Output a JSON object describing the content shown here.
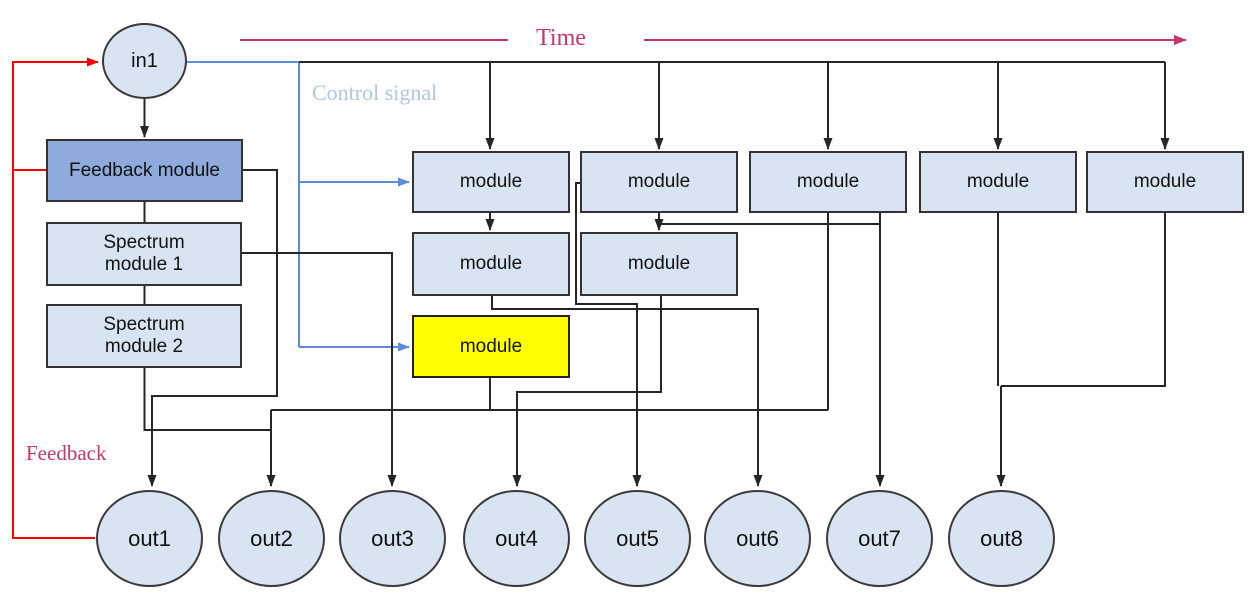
{
  "annotations": {
    "time": "Time",
    "control_signal": "Control signal",
    "feedback": "Feedback"
  },
  "nodes": {
    "input": {
      "label": "in1"
    },
    "feedback_module": {
      "label": "Feedback module"
    },
    "spectrum_module_1": {
      "label": "Spectrum module 1"
    },
    "spectrum_module_2": {
      "label": "Spectrum module 2"
    },
    "time_modules_row1": [
      {
        "label": "module"
      },
      {
        "label": "module"
      },
      {
        "label": "module"
      },
      {
        "label": "module"
      },
      {
        "label": "module"
      }
    ],
    "time_modules_row2": [
      {
        "label": "module"
      },
      {
        "label": "module"
      }
    ],
    "yellow_module": {
      "label": "module"
    },
    "outputs": [
      {
        "label": "out1"
      },
      {
        "label": "out2"
      },
      {
        "label": "out3"
      },
      {
        "label": "out4"
      },
      {
        "label": "out5"
      },
      {
        "label": "out6"
      },
      {
        "label": "out7"
      },
      {
        "label": "out8"
      }
    ]
  },
  "colors": {
    "wire": "#262626",
    "feedback_wire": "#ff0000",
    "control_wire": "#5b8bd9",
    "accent": "#c5366b",
    "control_label": "#aec6ea",
    "node_fill": "#d9e4f3",
    "feedback_fill": "#8faadc",
    "yellow_fill": "#ffff00"
  }
}
